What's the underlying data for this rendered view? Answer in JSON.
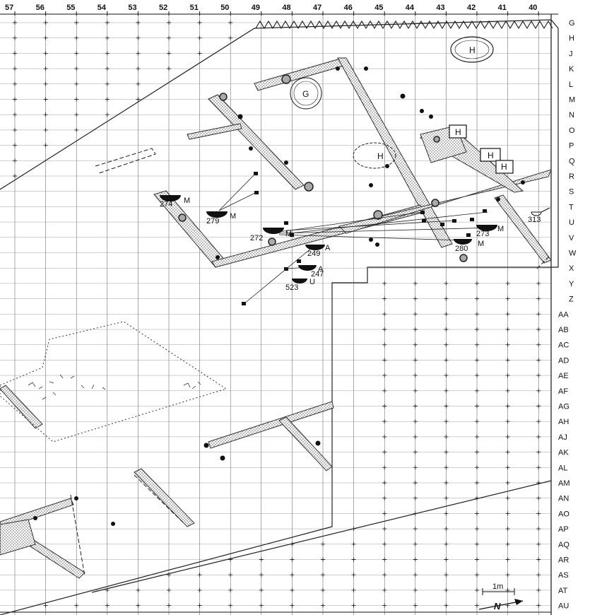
{
  "columns": [
    "57",
    "56",
    "55",
    "54",
    "53",
    "52",
    "51",
    "50",
    "49",
    "48",
    "47",
    "46",
    "45",
    "44",
    "43",
    "42",
    "41",
    "40"
  ],
  "rows": [
    "G",
    "H",
    "J",
    "K",
    "L",
    "M",
    "N",
    "O",
    "P",
    "Q",
    "R",
    "S",
    "T",
    "U",
    "V",
    "W",
    "X",
    "Y",
    "Z",
    "AA",
    "AB",
    "AC",
    "AD",
    "AE",
    "AF",
    "AG",
    "AH",
    "AJ",
    "AK",
    "AL",
    "AM",
    "AN",
    "AO",
    "AP",
    "AQ",
    "AR",
    "AS",
    "AT",
    "AU"
  ],
  "features": [
    {
      "id": "G",
      "label": "G"
    },
    {
      "id": "H1",
      "label": "H"
    },
    {
      "id": "H2",
      "label": "H"
    },
    {
      "id": "H3",
      "label": "H"
    },
    {
      "id": "H4",
      "label": "H"
    },
    {
      "id": "H5",
      "label": "H"
    }
  ],
  "finds": [
    {
      "number": "274",
      "code": "M"
    },
    {
      "number": "279",
      "code": "M"
    },
    {
      "number": "272",
      "code": "M"
    },
    {
      "number": "249",
      "code": "A"
    },
    {
      "number": "247",
      "code": "A"
    },
    {
      "number": "523",
      "code": "U"
    },
    {
      "number": "273",
      "code": "M"
    },
    {
      "number": "280",
      "code": "M"
    },
    {
      "number": "313",
      "code": ""
    }
  ],
  "scale": {
    "label": "1m"
  },
  "north": {
    "label": "N"
  }
}
